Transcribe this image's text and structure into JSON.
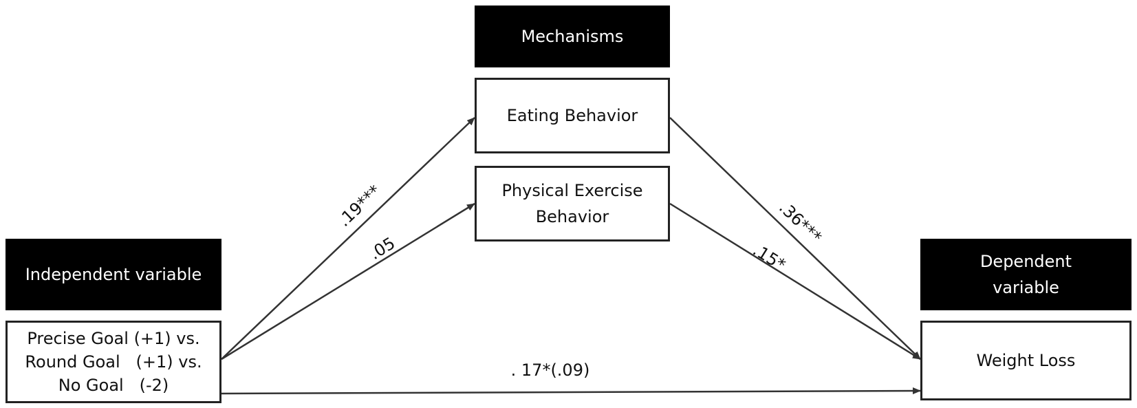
{
  "headers": {
    "mechanisms": "Mechanisms",
    "independent": "Independent variable",
    "dependent_line1": "Dependent",
    "dependent_line2": "variable"
  },
  "nodes": {
    "eating": "Eating Behavior",
    "exercise_line1": "Physical Exercise",
    "exercise_line2": "Behavior",
    "iv_line1": "Precise Goal (+1) vs.",
    "iv_line2": "Round Goal   (+1) vs.",
    "iv_line3": "No Goal   (-2)",
    "dv": "Weight Loss"
  },
  "paths": {
    "iv_to_eating": ".19***",
    "iv_to_exercise": ".05",
    "eating_to_dv": ".36***",
    "exercise_to_dv": ".15*",
    "iv_to_dv": ". 17*(.09)"
  },
  "colors": {
    "header_bg": "#000000",
    "header_text": "#ffffff",
    "border": "#222222",
    "arrow": "#333333"
  }
}
